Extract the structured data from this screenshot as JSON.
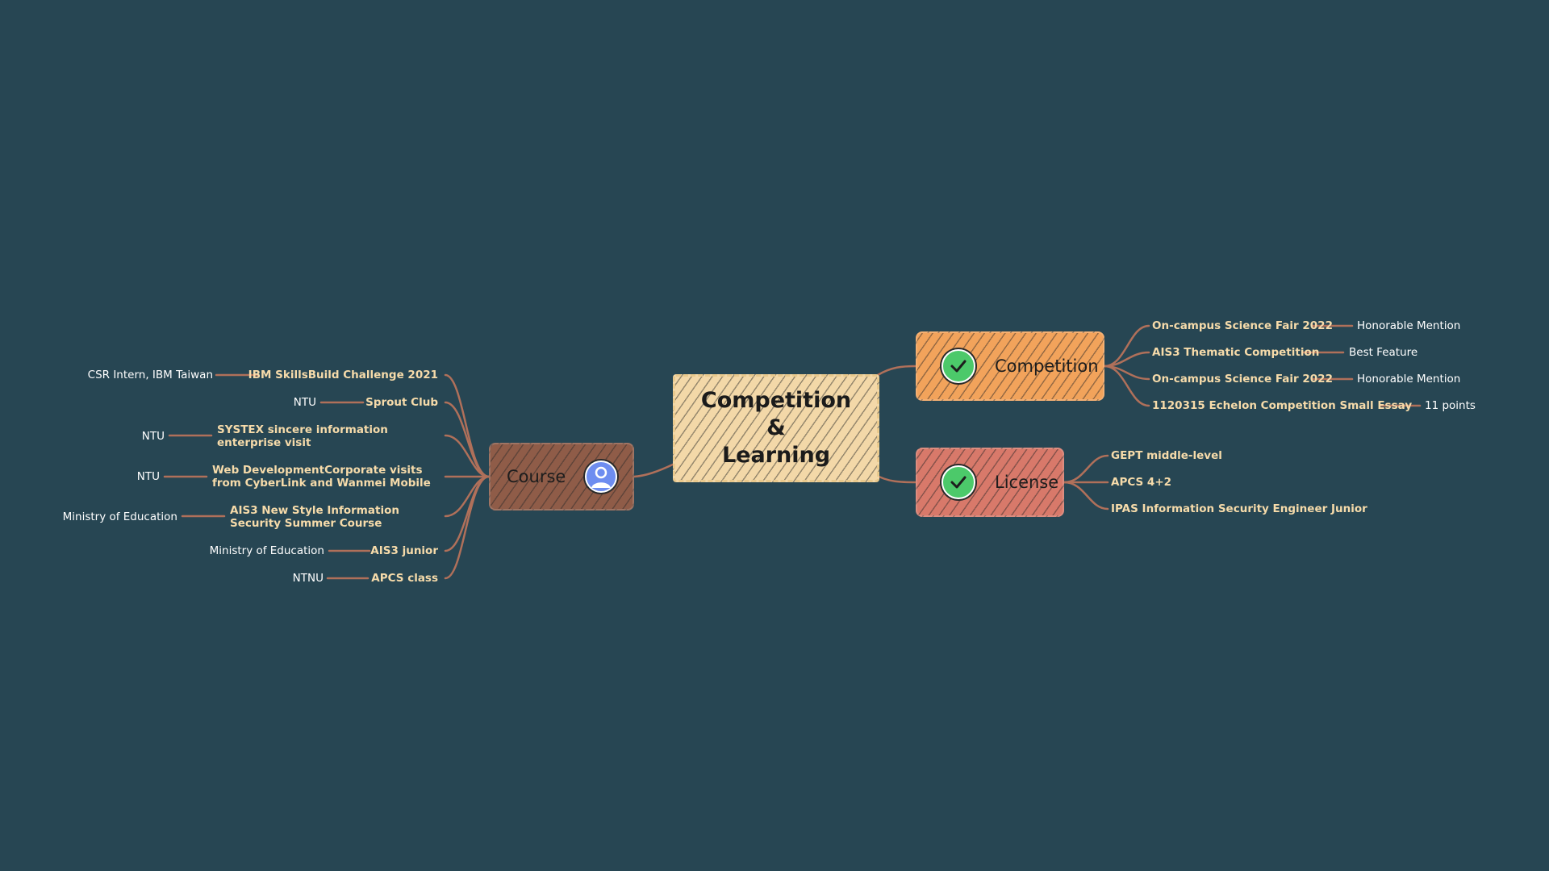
{
  "center": {
    "title": "Competition\n&\nLearning"
  },
  "course": {
    "label": "Course",
    "items": [
      {
        "title": "IBM SkillsBuild Challenge 2021",
        "org": "CSR Intern, IBM Taiwan"
      },
      {
        "title": "Sprout Club",
        "org": "NTU"
      },
      {
        "title": "SYSTEX sincere information enterprise visit",
        "org": "NTU"
      },
      {
        "title": "Web DevelopmentCorporate visits from CyberLink and Wanmei Mobile",
        "org": "NTU"
      },
      {
        "title": "AIS3 New Style Information Security Summer Course",
        "org": "Ministry of Education"
      },
      {
        "title": "AIS3 junior",
        "org": "Ministry of Education"
      },
      {
        "title": "APCS class",
        "org": "NTNU"
      }
    ]
  },
  "competition": {
    "label": "Competition",
    "items": [
      {
        "title": "On-campus Science Fair 2022",
        "result": "Honorable Mention"
      },
      {
        "title": "AIS3 Thematic Competition",
        "result": "Best Feature"
      },
      {
        "title": "On-campus Science Fair 2022",
        "result": "Honorable Mention"
      },
      {
        "title": "1120315 Echelon Competition Small Essay",
        "result": "11 points"
      }
    ]
  },
  "license": {
    "label": "License",
    "items": [
      {
        "title": "GEPT middle-level"
      },
      {
        "title": "APCS 4+2"
      },
      {
        "title": "IPAS Information Security Engineer Junior"
      }
    ]
  },
  "colors": {
    "background": "#274653",
    "connector": "#b0705a",
    "center": "#f3d8a8",
    "course": "#8f5c48",
    "competition": "#f2a35b",
    "license": "#d8796a",
    "leaf_text": "#f6dbaa",
    "note_text": "#ffffff"
  },
  "icons": {
    "course": "user-avatar-icon",
    "competition": "check-circle-icon",
    "license": "check-circle-icon"
  }
}
